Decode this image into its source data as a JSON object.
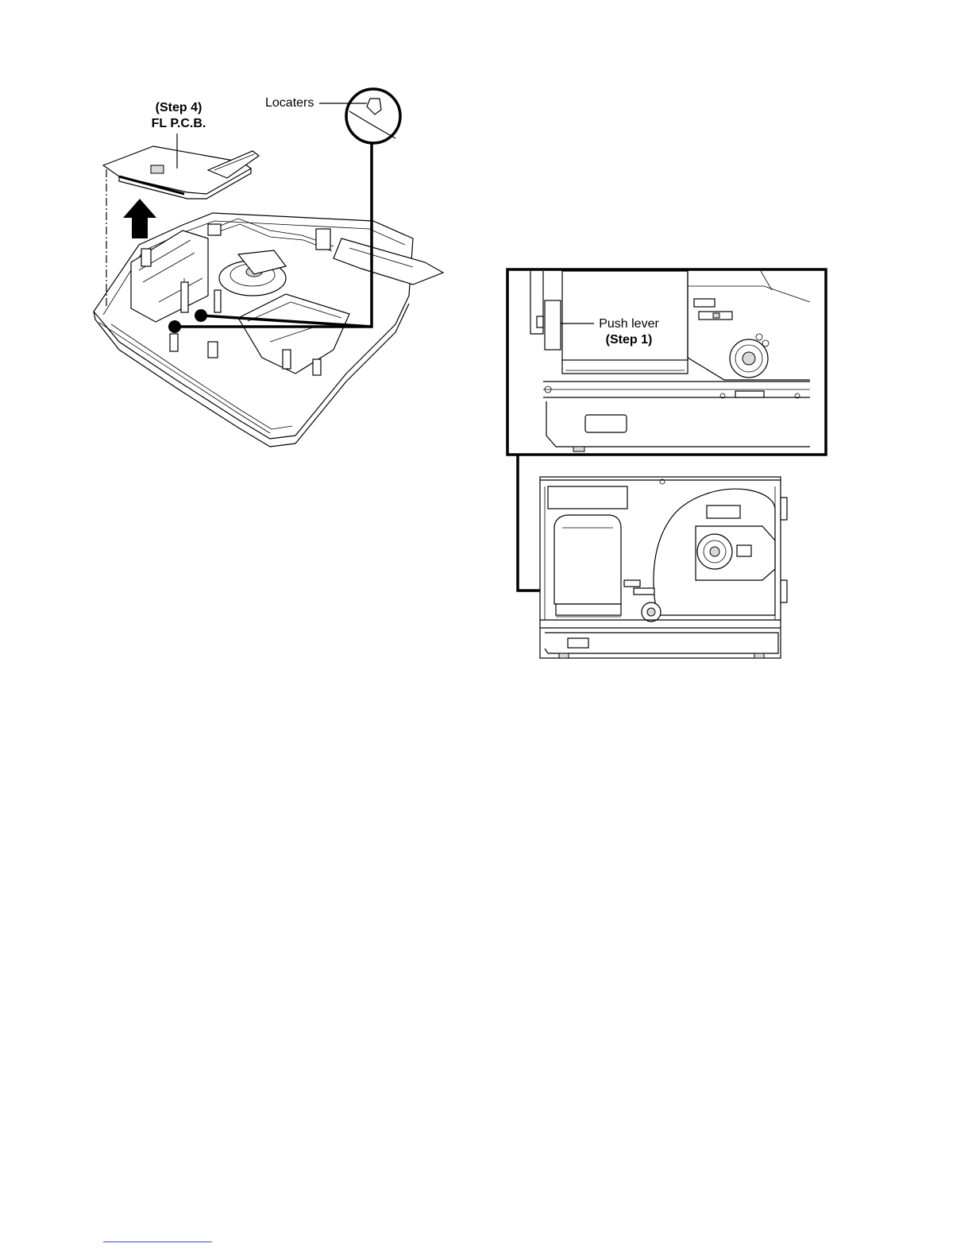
{
  "left_figure": {
    "step_label": "(Step 4)",
    "part_label": "FL P.C.B.",
    "callout_label": "Locaters"
  },
  "right_figure": {
    "callout_label": "Push lever",
    "step_label": "(Step 1)"
  }
}
